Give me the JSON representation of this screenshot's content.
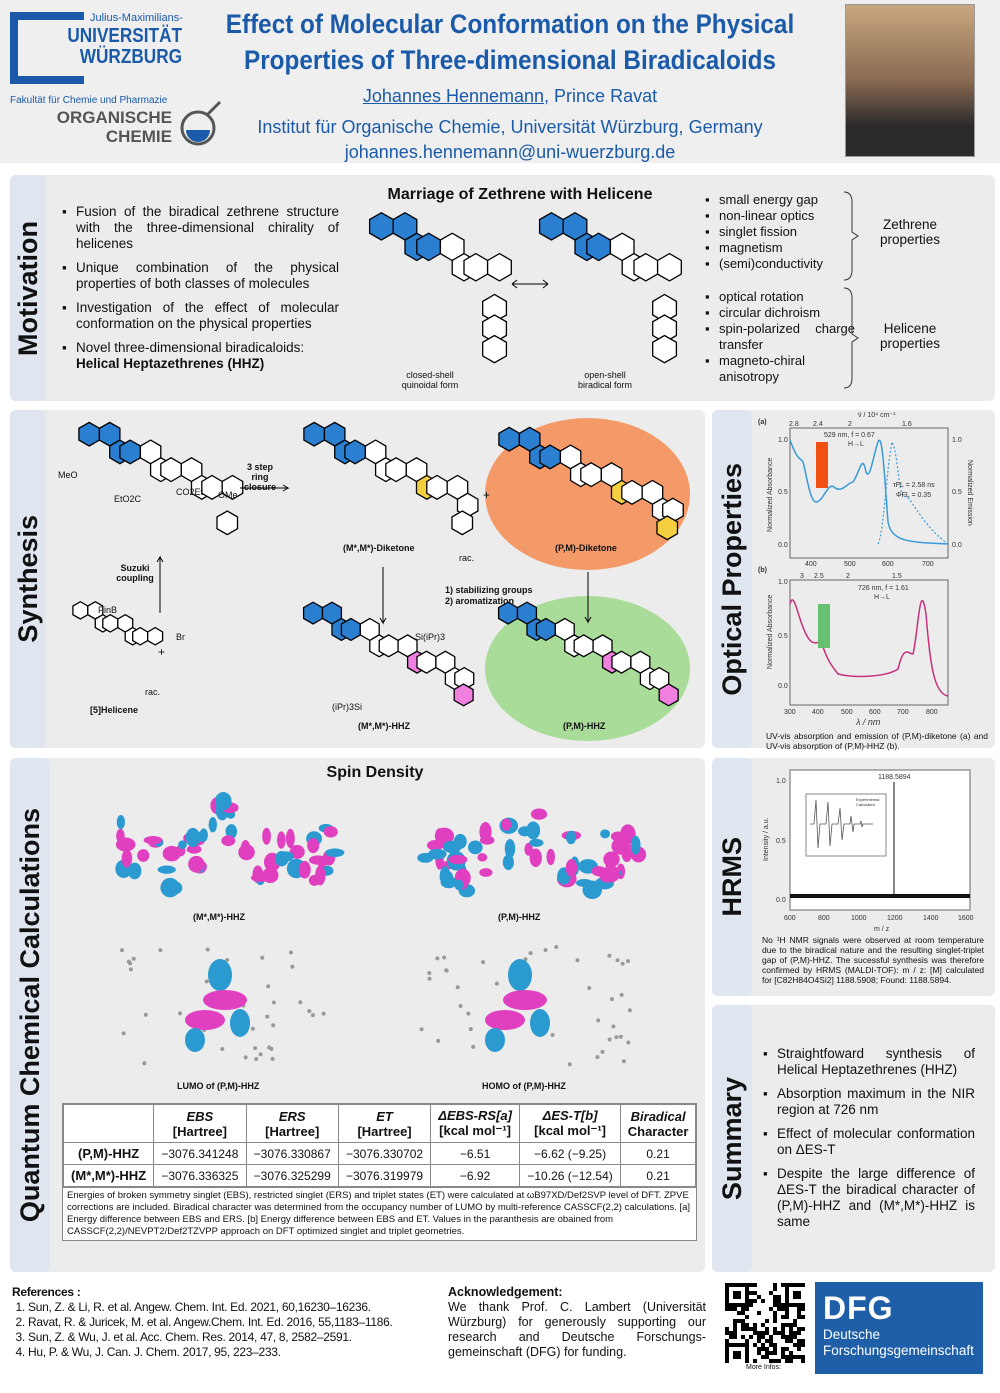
{
  "header": {
    "uni_small": "Julius-Maximilians-",
    "uni_line1": "UNIVERSITÄT",
    "uni_line2": "WÜRZBURG",
    "faculty": "Fakultät für Chemie und Pharmazie",
    "oc_line1": "ORGANISCHE",
    "oc_line2": "CHEMIE",
    "title": "Effect of Molecular Conformation on the Physical Properties of Three-dimensional Biradicaloids",
    "author1": "Johannes Hennemann",
    "author2": ", Prince Ravat",
    "institute": "Institut für Organische Chemie, Universität Würzburg, Germany",
    "email": "johannes.hennemann@uni-wuerzburg.de"
  },
  "motivation": {
    "label": "Motivation",
    "bullets": [
      "Fusion of the biradical zethrene structure with the three-dimensional chirality of helicenes",
      "Unique combination of the physical properties of both classes of molecules",
      "Investigation of the effect of molecular conformation on the physical properties",
      "Novel three-dimensional biradicaloids:"
    ],
    "bullet4_bold": "Helical Heptazethrenes (HHZ)",
    "figure_title": "Marriage of Zethrene with Helicene",
    "closed_label": "closed-shell quinoidal form",
    "open_label": "open-shell biradical form",
    "zethrene_props": [
      "small energy gap",
      "non-linear optics",
      "singlet fission",
      "magnetism",
      "(semi)conductivity"
    ],
    "zethrene_label": "Zethrene properties",
    "helicene_props": [
      "optical rotation",
      "circular dichroism",
      "spin-polarized charge transfer",
      "magneto-chiral anisotropy"
    ],
    "helicene_label": "Helicene properties"
  },
  "synthesis": {
    "label": "Synthesis",
    "step1": "3 step ring closure",
    "suzuki": "Suzuki coupling",
    "step2": "1) stabilizing groups\n2) aromatization",
    "helicene5": "[5]Helicene",
    "diketone_rac": "(M*,M*)-Diketone",
    "diketone_pm": "(P,M)-Diketone",
    "hhz_rac": "(M*,M*)-HHZ",
    "hhz_pm": "(P,M)-HHZ",
    "rac": "rac.",
    "groups": [
      "MeO",
      "OMe",
      "CO2Et",
      "EtO2C",
      "PinB",
      "Br",
      "Si(iPr)3",
      "(iPr)3Si"
    ]
  },
  "optical": {
    "label": "Optical Properties",
    "a_tag": "(a)",
    "b_tag": "(b)",
    "a_top_axis_title": "ṽ / 10⁴ cm⁻¹",
    "a_top_ticks": [
      "2.8",
      "2.4",
      "2",
      "1.6"
    ],
    "a_bottom_ticks": [
      "400",
      "500",
      "600",
      "700"
    ],
    "a_y_ticks": [
      "1.0",
      "0.5",
      "0.0"
    ],
    "a_ylabel": "Normalized Absorbance",
    "a_y2label": "Normalized Emission",
    "a_peak": "529 nm, f = 0.67",
    "a_trans": "H→L",
    "a_tau": "τFL = 2.58 ns",
    "a_phi": "ΦFL = 0.35",
    "b_top_ticks": [
      "3",
      "2.5",
      "2",
      "1.5"
    ],
    "b_bottom_ticks": [
      "300",
      "400",
      "500",
      "600",
      "700",
      "800"
    ],
    "b_y_ticks": [
      "1.0",
      "0.5",
      "0.0"
    ],
    "b_ylabel": "Normalized Absorbance",
    "b_peak": "726 nm, f = 1.61",
    "b_trans": "H→L",
    "xlabel": "λ / nm",
    "caption": "UV-vis absorption and emission of (P,M)-diketone (a) and UV-vis absorption of (P,M)-HHZ (b)."
  },
  "hrms": {
    "label": "HRMS",
    "peak": "1188.5894",
    "y_ticks": [
      "1.0",
      "0.5",
      "0.0"
    ],
    "x_ticks": [
      "600",
      "800",
      "1000",
      "1200",
      "1400",
      "1600"
    ],
    "ylabel": "Intensity / a.u.",
    "xlabel": "m / z",
    "legend": [
      "Experimental",
      "Calculated"
    ],
    "caption": "No ¹H NMR signals were observed at room temperature due to the biradical nature and the resulting singlet-triplet gap of (P,M)-HHZ. The sucessful synthesis was therefore confirmed by HRMS (MALDI-TOF): m / z: [M] calculated for [C82H84O4Si2] 1188.5908; Found: 1188.5894."
  },
  "quantum": {
    "label": "Quantum Chemical Calculations",
    "spin_title": "Spin Density",
    "mol_labels": [
      "(M*,M*)-HHZ",
      "(P,M)-HHZ",
      "LUMO of (P,M)-HHZ",
      "HOMO of (P,M)-HHZ"
    ],
    "table": {
      "headers": [
        [
          "",
          ""
        ],
        [
          "EBS",
          "[Hartree]"
        ],
        [
          "ERS",
          "[Hartree]"
        ],
        [
          "ET",
          "[Hartree]"
        ],
        [
          "ΔEBS-RS[a]",
          "[kcal mol⁻¹]"
        ],
        [
          "ΔES-T[b]",
          "[kcal mol⁻¹]"
        ],
        [
          "Biradical",
          "Character"
        ]
      ],
      "rows": [
        [
          "(P,M)-HHZ",
          "−3076.341248",
          "−3076.330867",
          "−3076.330702",
          "−6.51",
          "−6.62 (−9.25)",
          "0.21"
        ],
        [
          "(M*,M*)-HHZ",
          "−3076.336325",
          "−3076.325299",
          "−3076.319979",
          "−6.92",
          "−10.26 (−12.54)",
          "0.21"
        ]
      ],
      "note": "Energies of broken symmetry singlet (EBS), restricted singlet (ERS) and triplet states (ET) were calculated at ωB97XD/Def2SVP level of DFT. ZPVE corrections are included. Biradical character was determined from the occupancy number of LUMO by multi-reference CASSCF(2,2) calculations. [a] Energy difference between EBS and ERS. [b] Energy difference between EBS and ET. Values in the paranthesis are obained from CASSCF(2,2)/NEVPT2/Def2TZVPP approach on DFT optimized singlet and triplet geometries."
    }
  },
  "summary": {
    "label": "Summary",
    "bullets": [
      "Straightfoward synthesis of Helical Heptazethrenes (HHZ)",
      "Absorption maximum in the NIR region at 726 nm",
      "Effect of molecular conformation on ΔES-T",
      "Despite the large difference of ΔES-T the biradical character of (P,M)-HHZ and (M*,M*)-HHZ is same"
    ]
  },
  "references": {
    "title": "References :",
    "items": [
      "Sun, Z. & Li, R. et al. Angew. Chem. Int. Ed. 2021, 60,16230–16236.",
      "Ravat, R. & Juricek, M. et al. Angew.Chem. Int. Ed. 2016, 55,1183–1186.",
      "Sun, Z. & Wu, J. et al. Acc. Chem. Res. 2014, 47, 8, 2582–2591.",
      "Hu, P. & Wu, J. Can. J. Chem. 2017, 95, 223–233."
    ]
  },
  "ack": {
    "title": "Acknowledgement:",
    "text": "We thank Prof. C. Lambert (Universität Würzburg) for generously supporting our research and Deutsche Forschungs-gemeinschaft (DFG) for funding."
  },
  "qr_label": "More Infos:",
  "dfg": {
    "logo": "DFG",
    "line1": "Deutsche",
    "line2": "Forschungsgemeinschaft"
  },
  "colors": {
    "brand": "#1a5aa8",
    "pink": "#e040c0",
    "blue_lobe": "#2a9ad0",
    "orange": "#f08040",
    "green": "#6cc070"
  }
}
